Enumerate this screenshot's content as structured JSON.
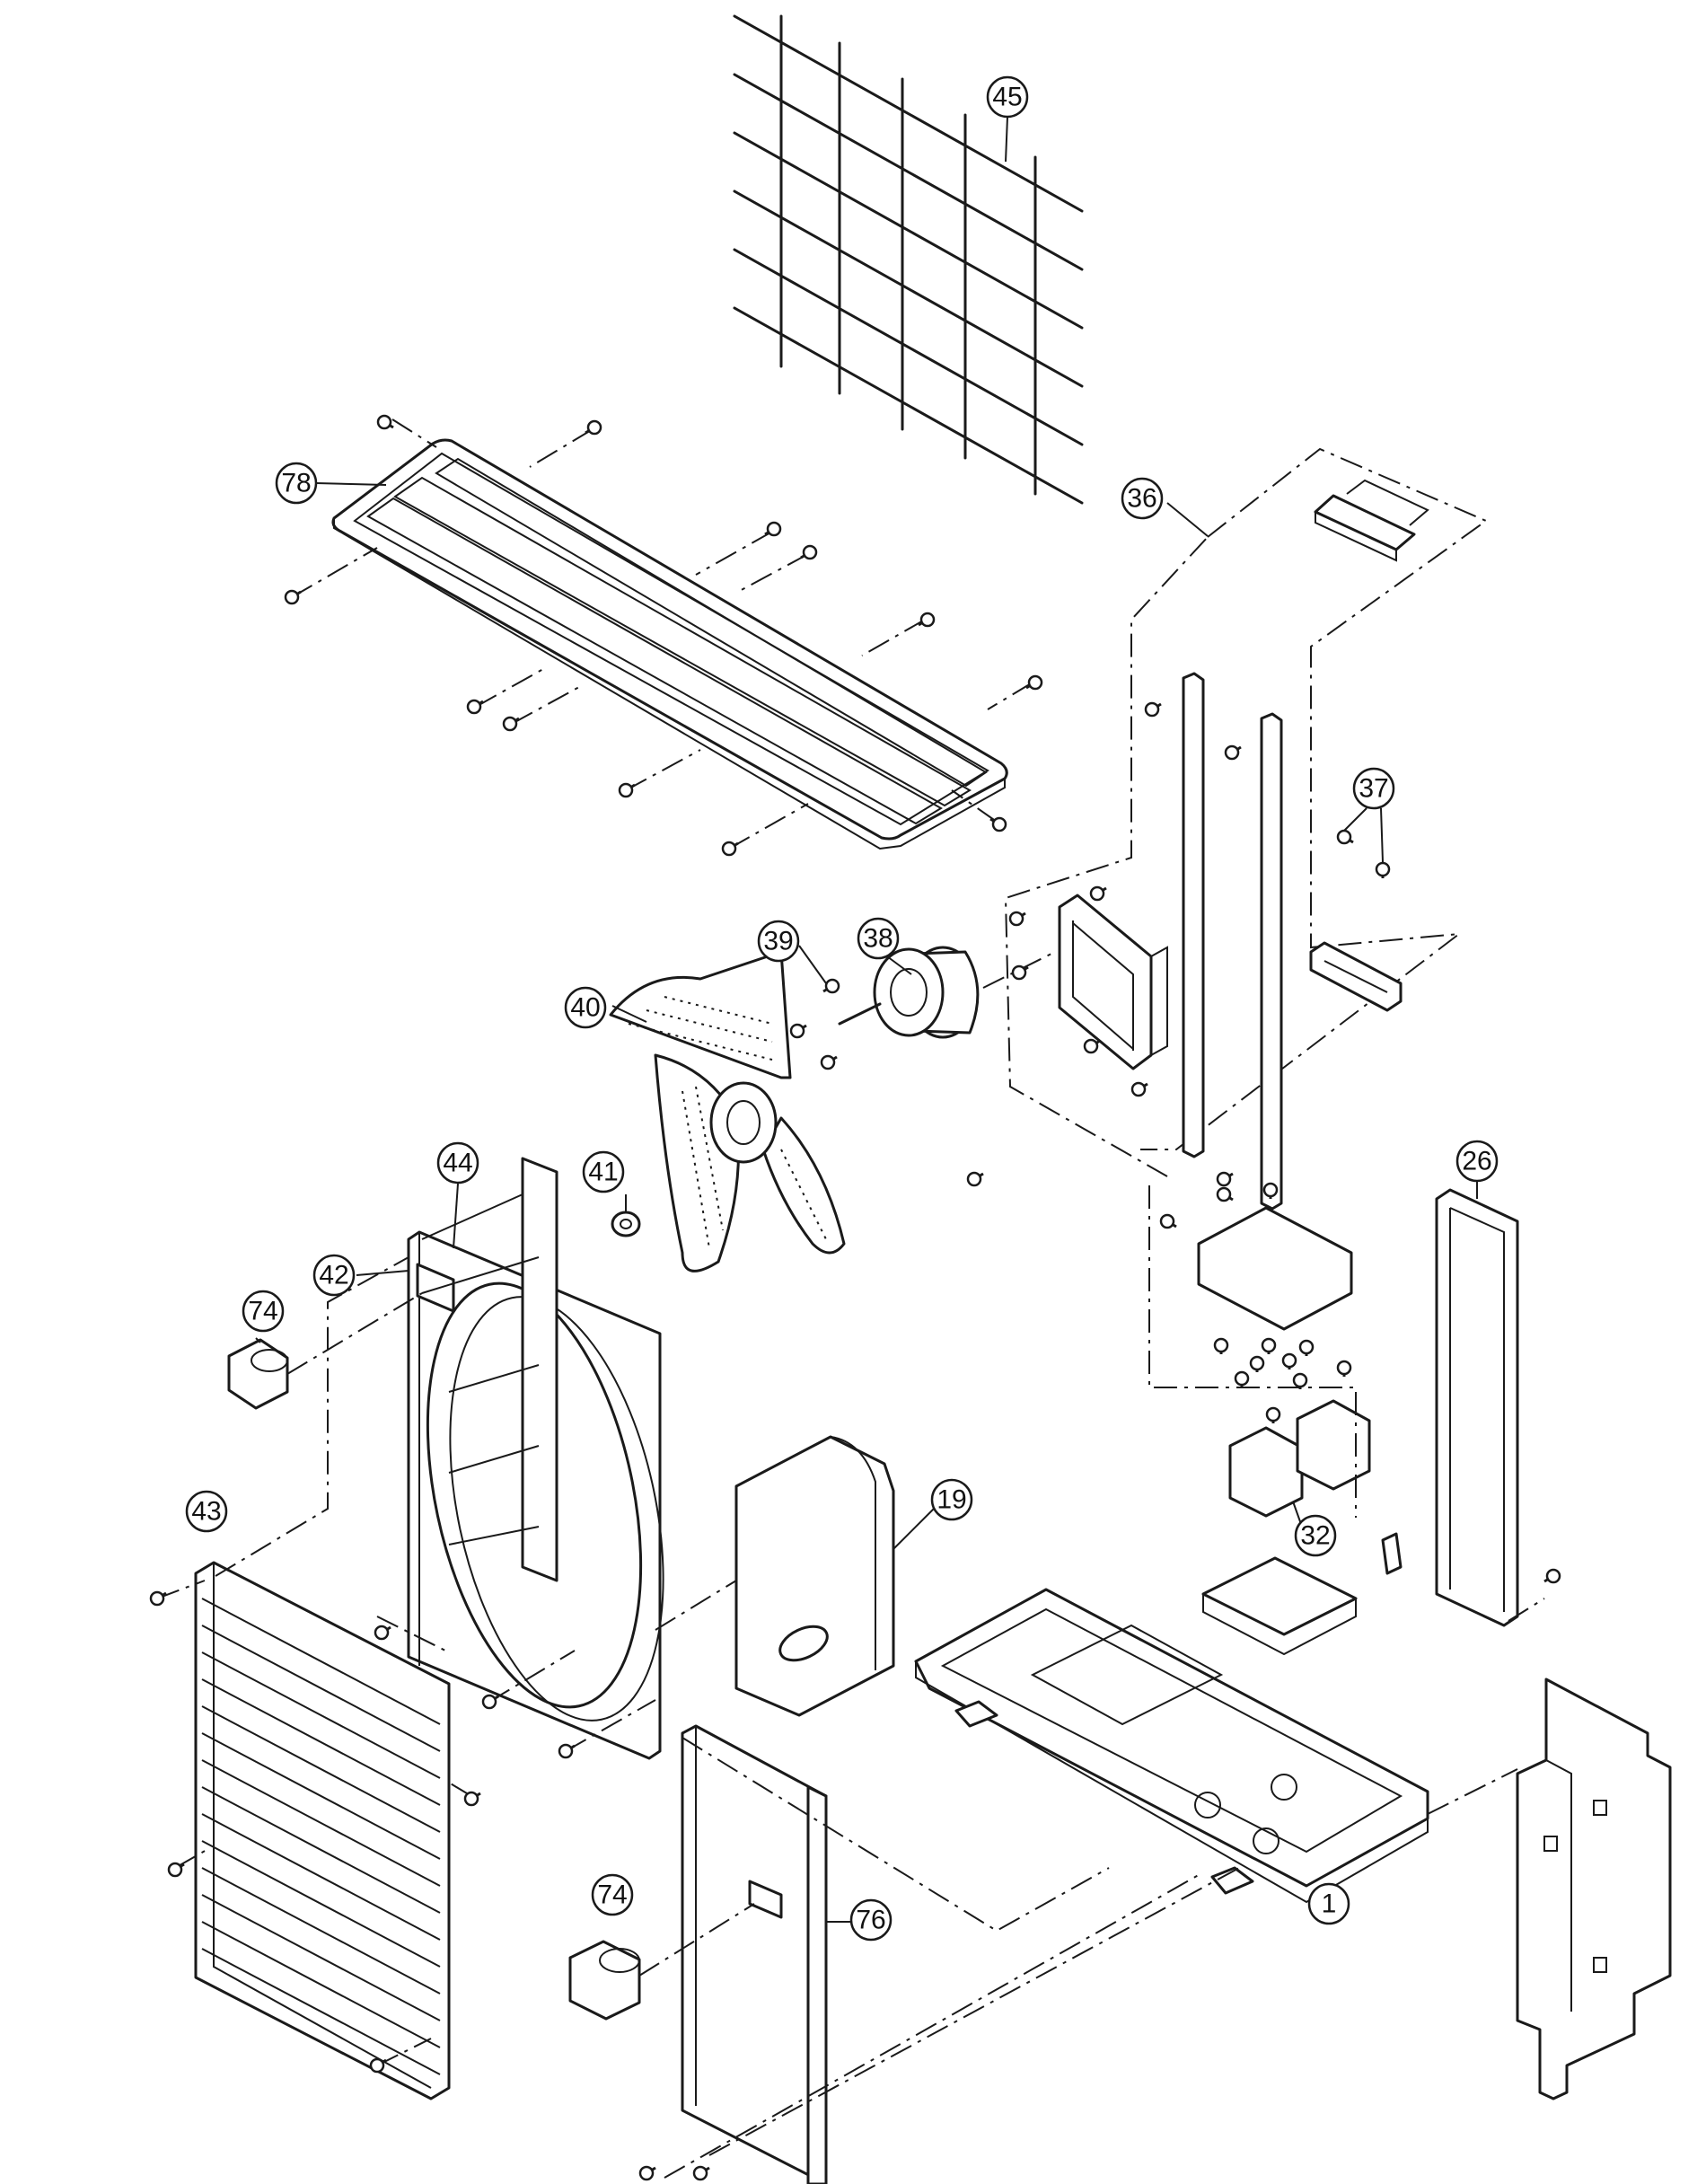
{
  "diagram": {
    "part_numbers": [
      "45",
      "78",
      "36",
      "37",
      "38",
      "39",
      "40",
      "41",
      "44",
      "42",
      "74",
      "43",
      "19",
      "26",
      "32",
      "1",
      "76",
      "74"
    ]
  }
}
